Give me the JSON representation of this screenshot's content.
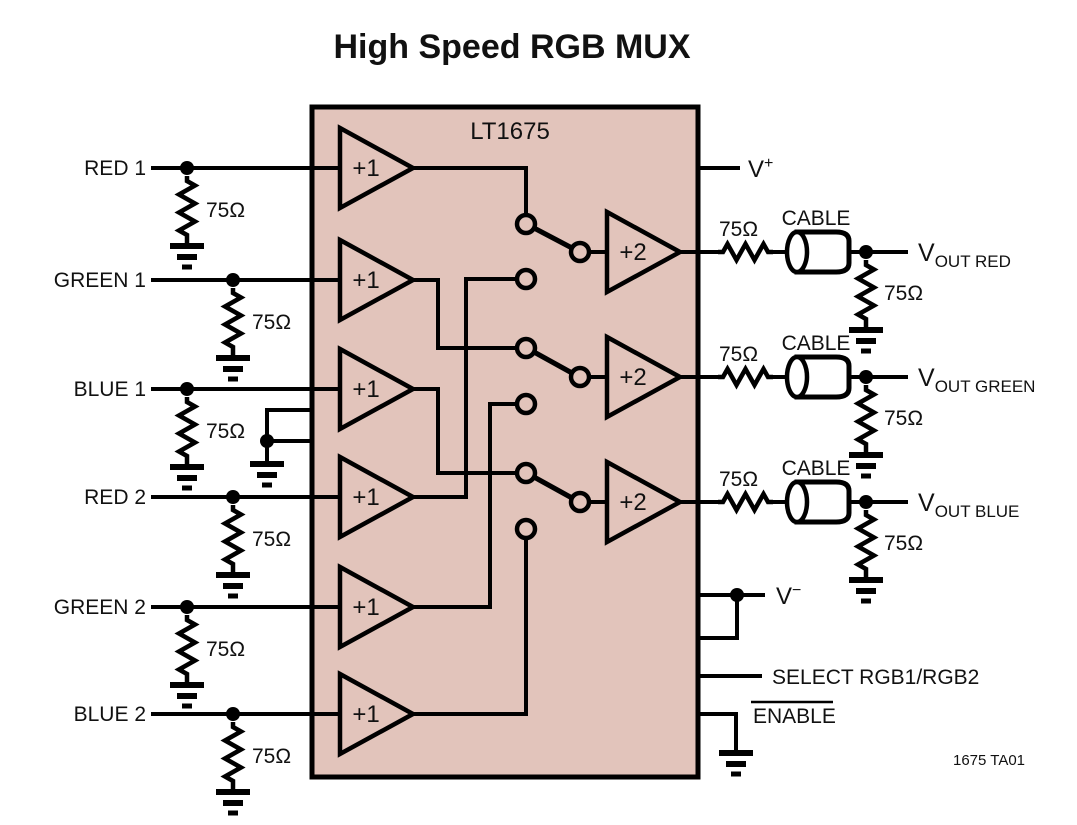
{
  "title": "High Speed RGB MUX",
  "chip": {
    "name": "LT1675",
    "buffer_gain": "+1",
    "output_gain": "+2"
  },
  "inputs": [
    {
      "label": "RED 1",
      "terminator": "75Ω"
    },
    {
      "label": "GREEN 1",
      "terminator": "75Ω"
    },
    {
      "label": "BLUE 1",
      "terminator": "75Ω"
    },
    {
      "label": "RED 2",
      "terminator": "75Ω"
    },
    {
      "label": "GREEN 2",
      "terminator": "75Ω"
    },
    {
      "label": "BLUE 2",
      "terminator": "75Ω"
    }
  ],
  "outputs": [
    {
      "series_resistor": "75Ω",
      "cable": "CABLE",
      "termination": "75Ω",
      "label_base": "V",
      "label_sub": "OUT RED"
    },
    {
      "series_resistor": "75Ω",
      "cable": "CABLE",
      "termination": "75Ω",
      "label_base": "V",
      "label_sub": "OUT GREEN"
    },
    {
      "series_resistor": "75Ω",
      "cable": "CABLE",
      "termination": "75Ω",
      "label_base": "V",
      "label_sub": "OUT BLUE"
    }
  ],
  "power": {
    "positive_base": "V",
    "positive_sup": "+",
    "negative_base": "V",
    "negative_sup": "−"
  },
  "controls": {
    "select_label": "SELECT RGB1/RGB2",
    "enable_label": "ENABLE"
  },
  "footnote": "1675 TA01",
  "colors": {
    "chip_fill": "#e2c4bb",
    "line": "#000000"
  }
}
